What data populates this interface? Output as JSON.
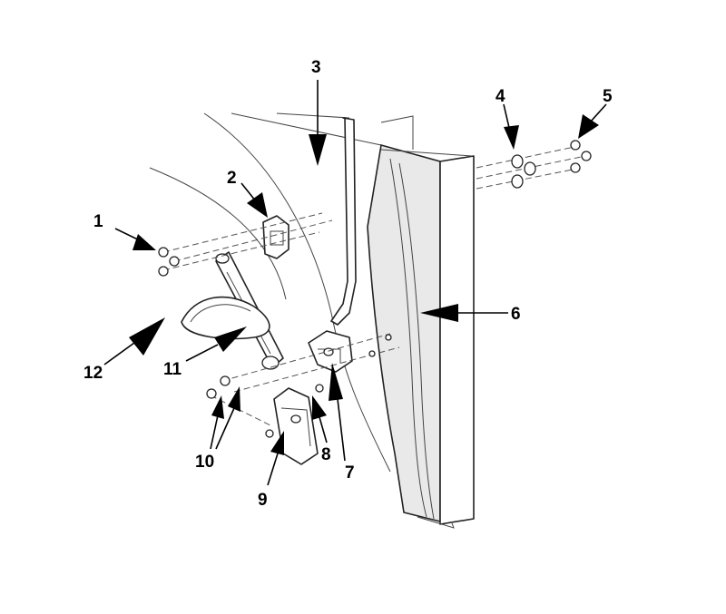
{
  "callouts": [
    {
      "id": "1",
      "label": "1"
    },
    {
      "id": "2",
      "label": "2"
    },
    {
      "id": "3",
      "label": "3"
    },
    {
      "id": "4",
      "label": "4"
    },
    {
      "id": "5",
      "label": "5"
    },
    {
      "id": "6",
      "label": "6"
    },
    {
      "id": "7",
      "label": "7"
    },
    {
      "id": "8",
      "label": "8"
    },
    {
      "id": "9",
      "label": "9"
    },
    {
      "id": "10",
      "label": "10"
    },
    {
      "id": "11",
      "label": "11"
    },
    {
      "id": "12",
      "label": "12"
    }
  ],
  "colors": {
    "line": "#222222",
    "arrow": "#000000",
    "background": "#ffffff"
  }
}
